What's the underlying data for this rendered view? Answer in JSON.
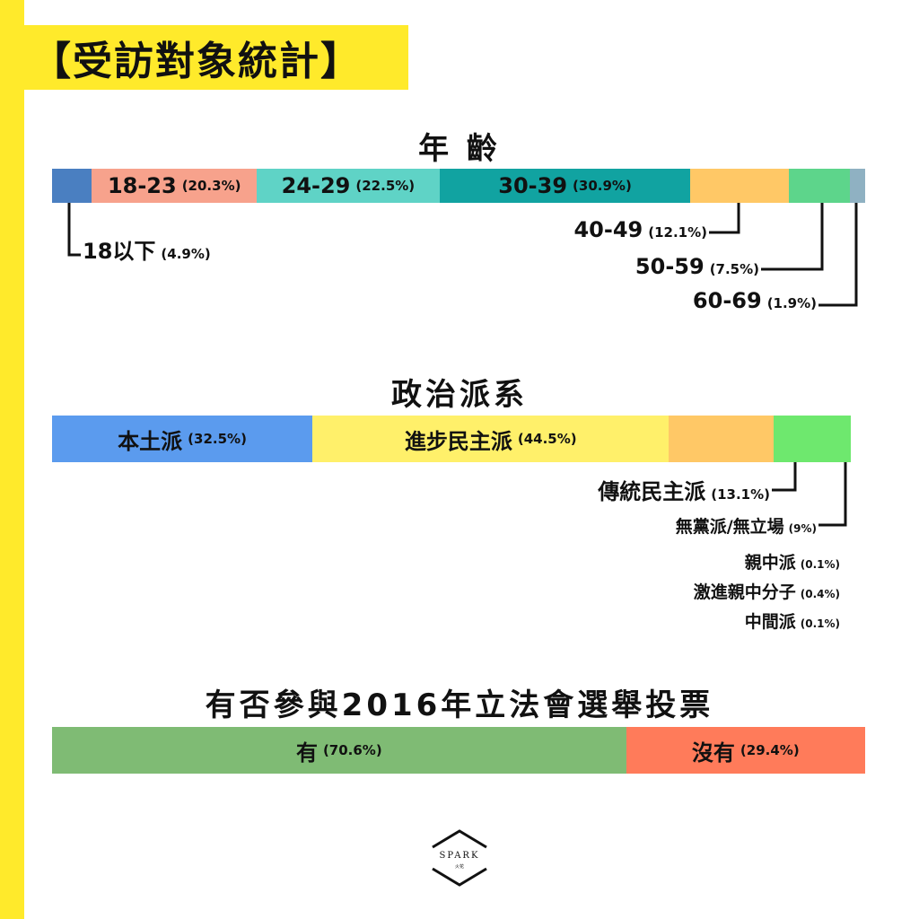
{
  "page": {
    "title": "【受訪對象統計】"
  },
  "chart_data": [
    {
      "type": "bar",
      "stacked": true,
      "title": "年 齡",
      "categories": [
        "18以下",
        "18-23",
        "24-29",
        "30-39",
        "40-49",
        "50-59",
        "60-69"
      ],
      "values": [
        4.9,
        20.3,
        22.5,
        30.9,
        12.1,
        7.5,
        1.9
      ],
      "value_labels": [
        "(4.9%)",
        "(20.3%)",
        "(22.5%)",
        "(30.9%)",
        "(12.1%)",
        "(7.5%)",
        "(1.9%)"
      ],
      "colors": [
        "#4a7fc1",
        "#f7a28c",
        "#5fd3c6",
        "#11a3a1",
        "#ffc866",
        "#5dd58b",
        "#8fb1c2"
      ]
    },
    {
      "type": "bar",
      "stacked": true,
      "title": "政治派系",
      "categories": [
        "本土派",
        "進步民主派",
        "傳統民主派",
        "無黨派/無立場",
        "親中派",
        "激進親中分子",
        "中間派"
      ],
      "values": [
        32.5,
        44.5,
        13.1,
        9,
        0.1,
        0.4,
        0.1
      ],
      "value_labels": [
        "(32.5%)",
        "(44.5%)",
        "(13.1%)",
        "(9%)",
        "(0.1%)",
        "(0.4%)",
        "(0.1%)"
      ],
      "colors": [
        "#5b9bee",
        "#fff06a",
        "#ffc866",
        "#6ee86e",
        "#6ee86e",
        "#6ee86e",
        "#6ee86e"
      ]
    },
    {
      "type": "bar",
      "stacked": true,
      "title": "有否參與2016年立法會選舉投票",
      "categories": [
        "有",
        "沒有"
      ],
      "values": [
        70.6,
        29.4
      ],
      "value_labels": [
        "(70.6%)",
        "(29.4%)"
      ],
      "colors": [
        "#7fbb74",
        "#ff7b5a"
      ]
    }
  ],
  "logo": {
    "text": "SPARK",
    "subtext": "火花"
  }
}
